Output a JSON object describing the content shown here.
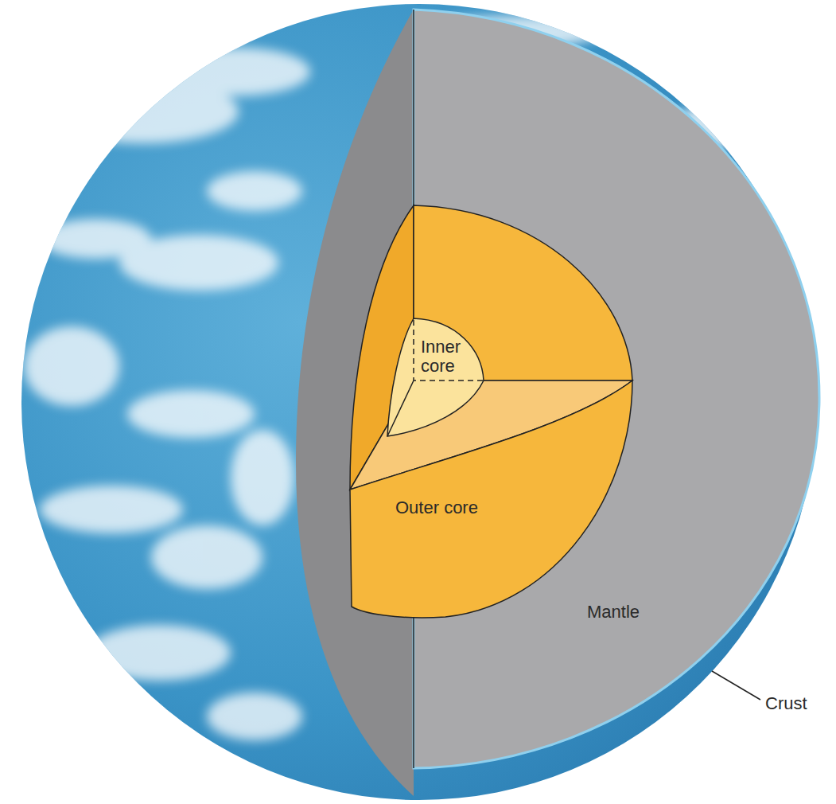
{
  "diagram": {
    "labels": [
      "Inner core",
      "Outer core",
      "Mantle",
      "Crust"
    ]
  }
}
